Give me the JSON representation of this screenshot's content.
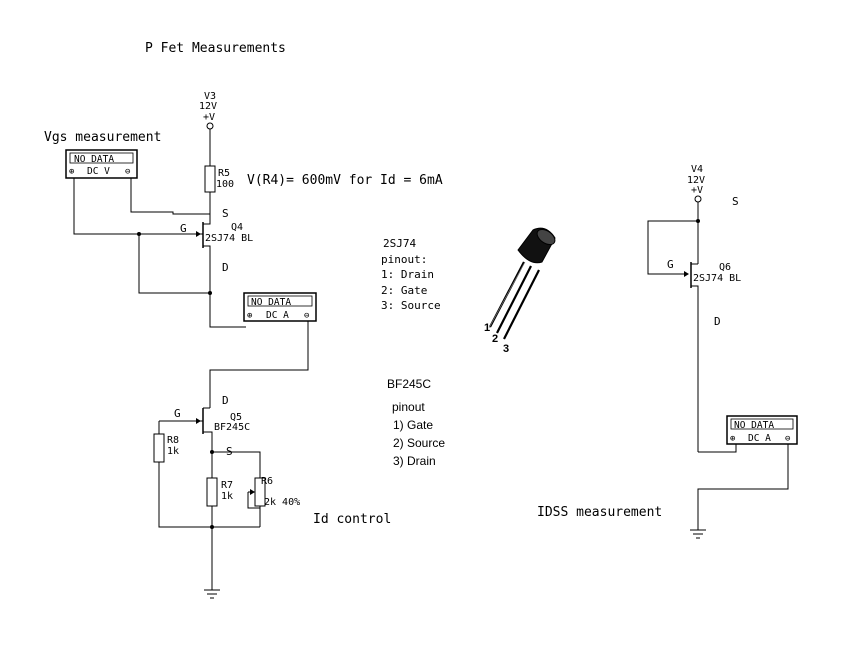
{
  "title": "P Fet Measurements",
  "colors": {
    "wire": "#000000",
    "background": "#ffffff"
  },
  "labels": {
    "vgs_measurement": "Vgs measurement",
    "id_control": "Id control",
    "idss_measurement": "IDSS measurement",
    "vr4_note": "V(R4)= 600mV for Id = 6mA"
  },
  "meters": [
    {
      "id": "vgs",
      "display": "NO DATA",
      "mode": "DC V",
      "plus": "⊕",
      "minus": "⊖"
    },
    {
      "id": "id",
      "display": "NO DATA",
      "mode": "DC A",
      "plus": "⊕",
      "minus": "⊖"
    },
    {
      "id": "idss",
      "display": "NO DATA",
      "mode": "DC A",
      "plus": "⊕",
      "minus": "⊖"
    }
  ],
  "sources": [
    {
      "id": "V3",
      "name": "V3",
      "value": "12V",
      "rail": "+V"
    },
    {
      "id": "V4",
      "name": "V4",
      "value": "12V",
      "rail": "+V"
    }
  ],
  "transistors": [
    {
      "id": "Q4",
      "name": "Q4",
      "part": "2SJ74 BL",
      "gate": "G",
      "source": "S",
      "drain": "D"
    },
    {
      "id": "Q5",
      "name": "Q5",
      "part": "BF245C",
      "gate": "G",
      "source": "S",
      "drain": "D"
    },
    {
      "id": "Q6",
      "name": "Q6",
      "part": "2SJ74 BL",
      "gate": "G",
      "source": "S",
      "drain": "D"
    }
  ],
  "resistors": [
    {
      "id": "R5",
      "name": "R5",
      "value": "100"
    },
    {
      "id": "R8",
      "name": "R8",
      "value": "1k"
    },
    {
      "id": "R7",
      "name": "R7",
      "value": "1k"
    },
    {
      "id": "R6",
      "name": "R6",
      "value": "2k 40%"
    }
  ],
  "pinout_2sj74": {
    "title": "2SJ74",
    "subtitle": "pinout:",
    "lines": [
      "1: Drain",
      "2: Gate",
      "3: Source"
    ]
  },
  "pinout_bf245c": {
    "title": "BF245C",
    "subtitle": "pinout",
    "lines": [
      "1) Gate",
      "2) Source",
      "3) Drain"
    ]
  },
  "package_pins": [
    "1",
    "2",
    "3"
  ]
}
